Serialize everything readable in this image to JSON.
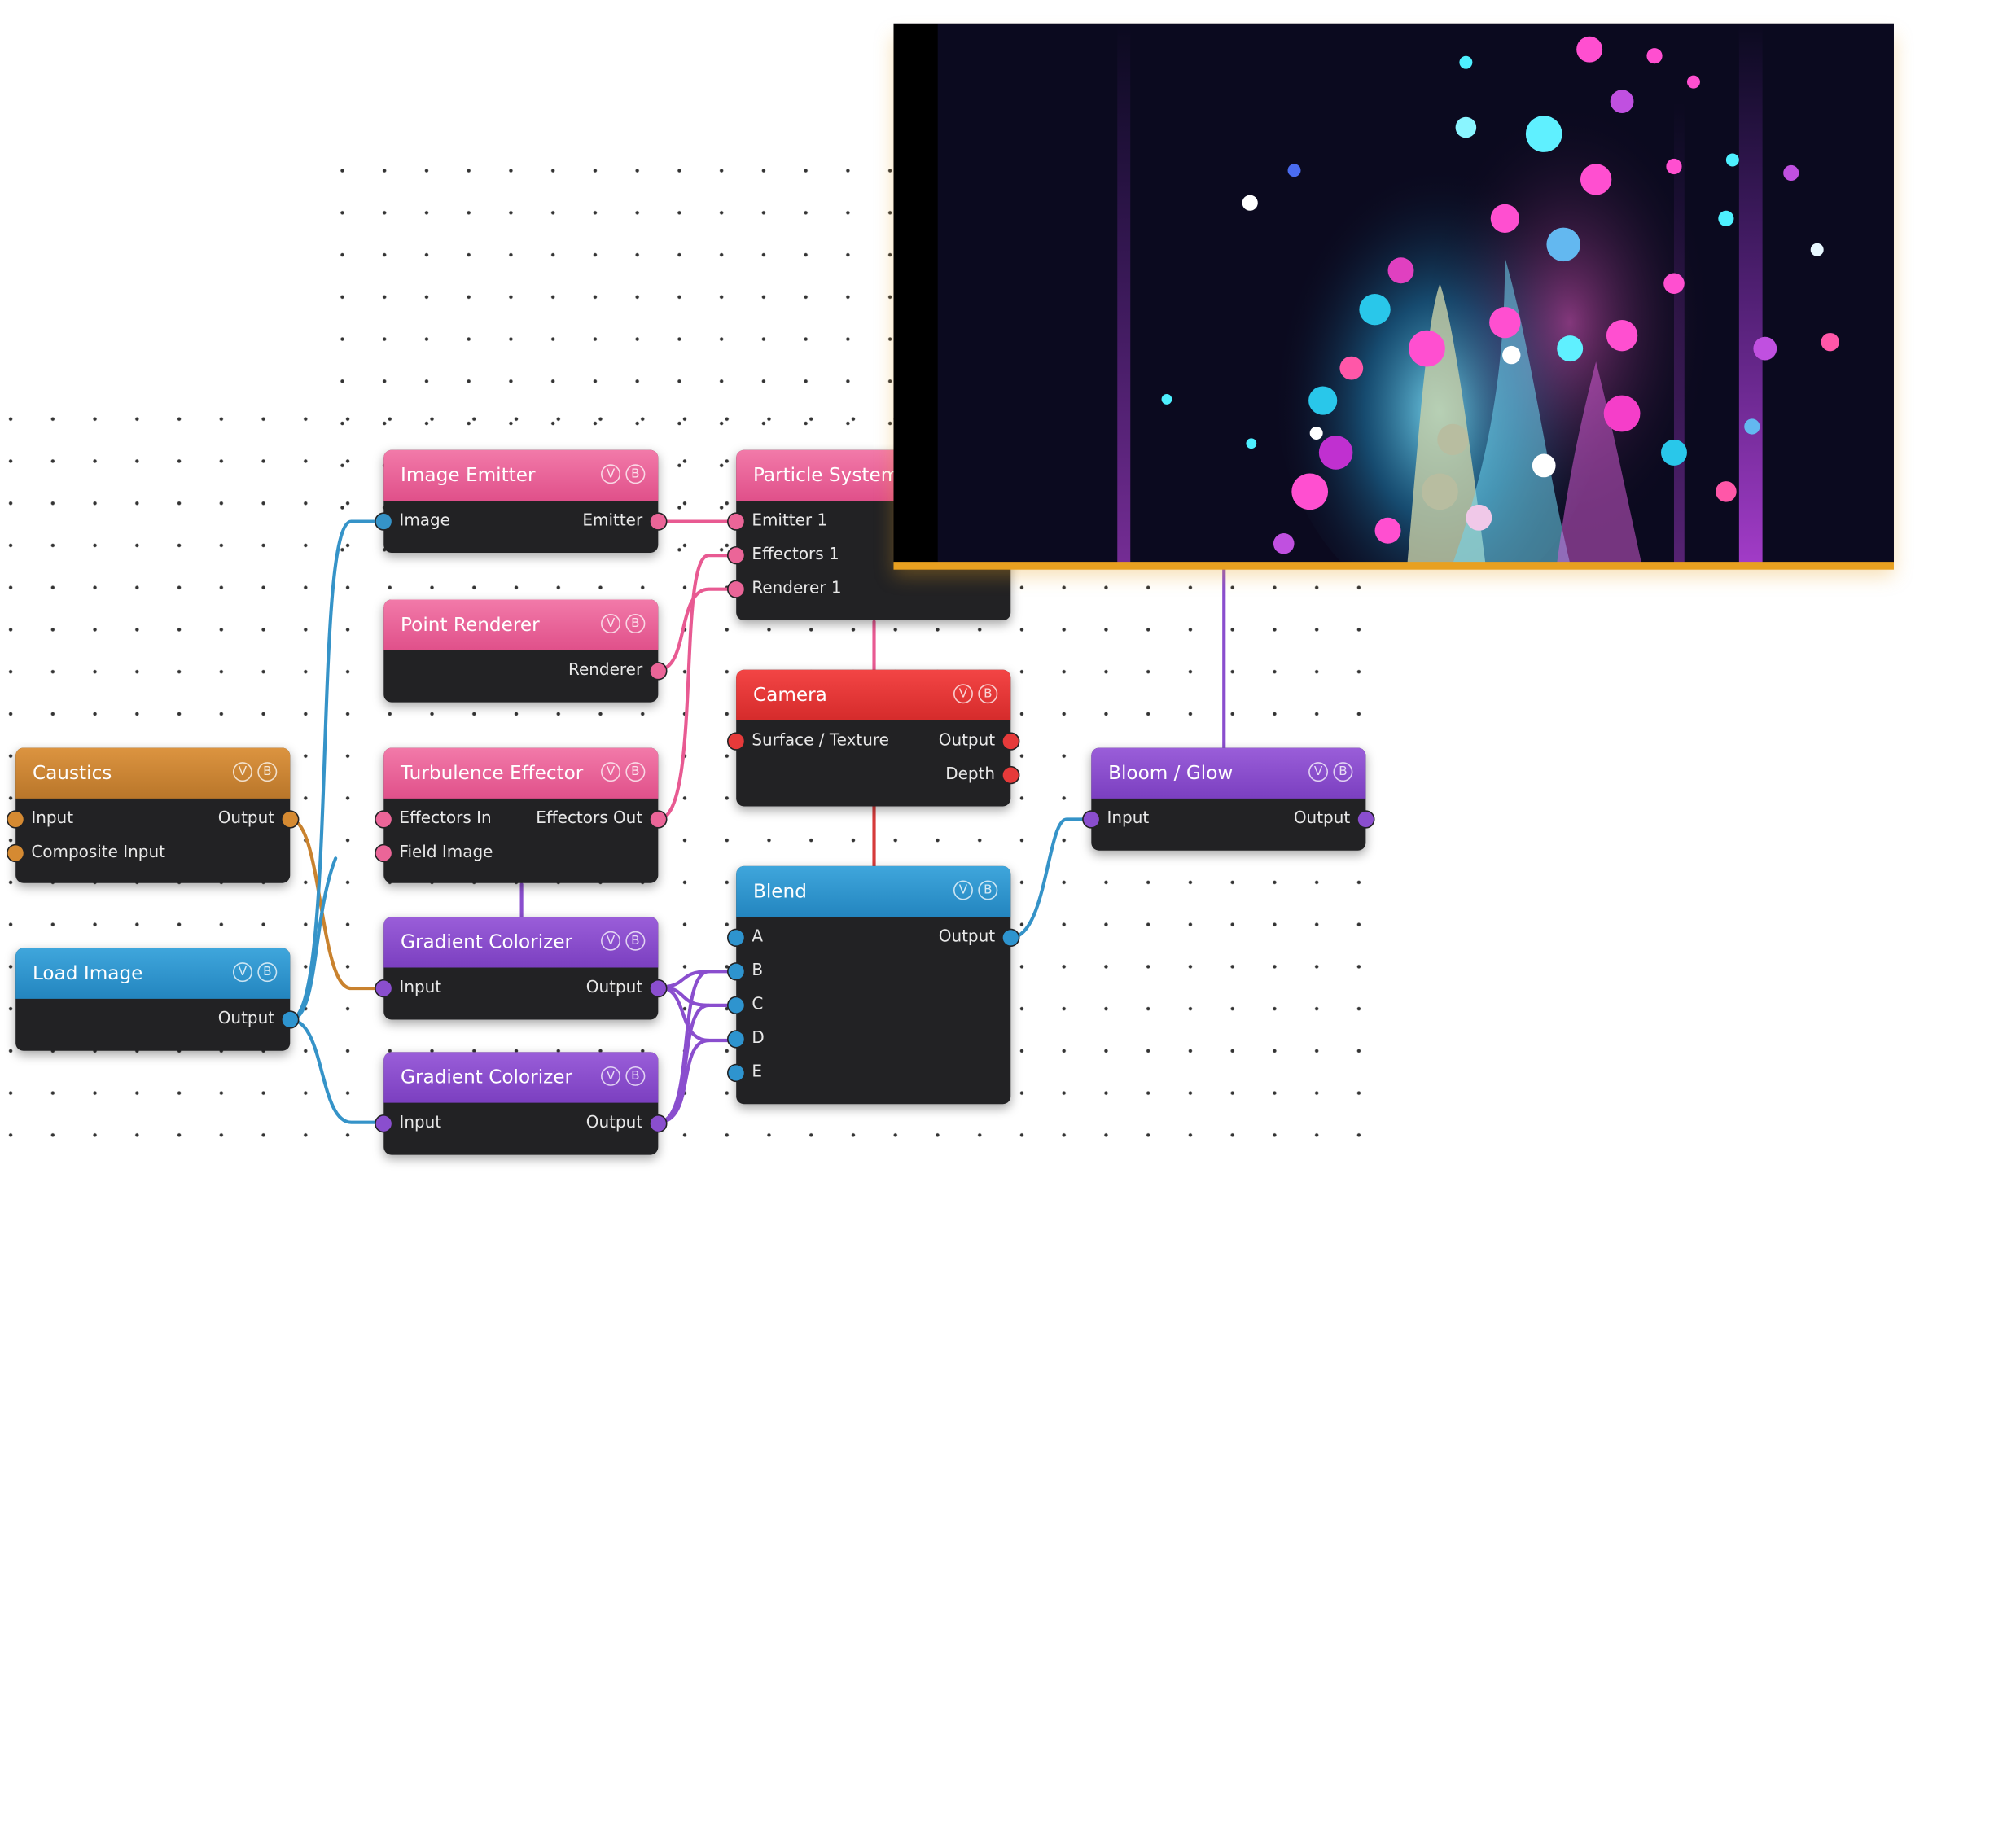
{
  "colors": {
    "orange": "#d58a32",
    "blue": "#2e94cf",
    "pink": "#eb6598",
    "red": "#e63a3a",
    "purple": "#8a4ece",
    "preview_accent": "#e8a020"
  },
  "badges": {
    "v": "V",
    "b": "B"
  },
  "nodes": {
    "caustics": {
      "title": "Caustics",
      "in1": "Input",
      "in2": "Composite Input",
      "out": "Output"
    },
    "load_image": {
      "title": "Load Image",
      "out": "Output"
    },
    "image_emitter": {
      "title": "Image Emitter",
      "in": "Image",
      "out": "Emitter"
    },
    "point_renderer": {
      "title": "Point Renderer",
      "out": "Renderer"
    },
    "turbulence": {
      "title": "Turbulence Effector",
      "in1": "Effectors In",
      "in2": "Field Image",
      "out": "Effectors Out"
    },
    "gradient1": {
      "title": "Gradient Colorizer",
      "in": "Input",
      "out": "Output"
    },
    "gradient2": {
      "title": "Gradient Colorizer",
      "in": "Input",
      "out": "Output"
    },
    "particle_system": {
      "title": "Particle System",
      "in1": "Emitter 1",
      "in2": "Effectors 1",
      "in3": "Renderer 1"
    },
    "camera": {
      "title": "Camera",
      "in": "Surface / Texture",
      "out1": "Output",
      "out2": "Depth"
    },
    "blend": {
      "title": "Blend",
      "inputs": [
        "A",
        "B",
        "C",
        "D",
        "E"
      ],
      "out": "Output"
    },
    "bloom": {
      "title": "Bloom / Glow",
      "in": "Input",
      "out": "Output"
    }
  },
  "preview": {
    "icon": "particle-render-preview"
  }
}
